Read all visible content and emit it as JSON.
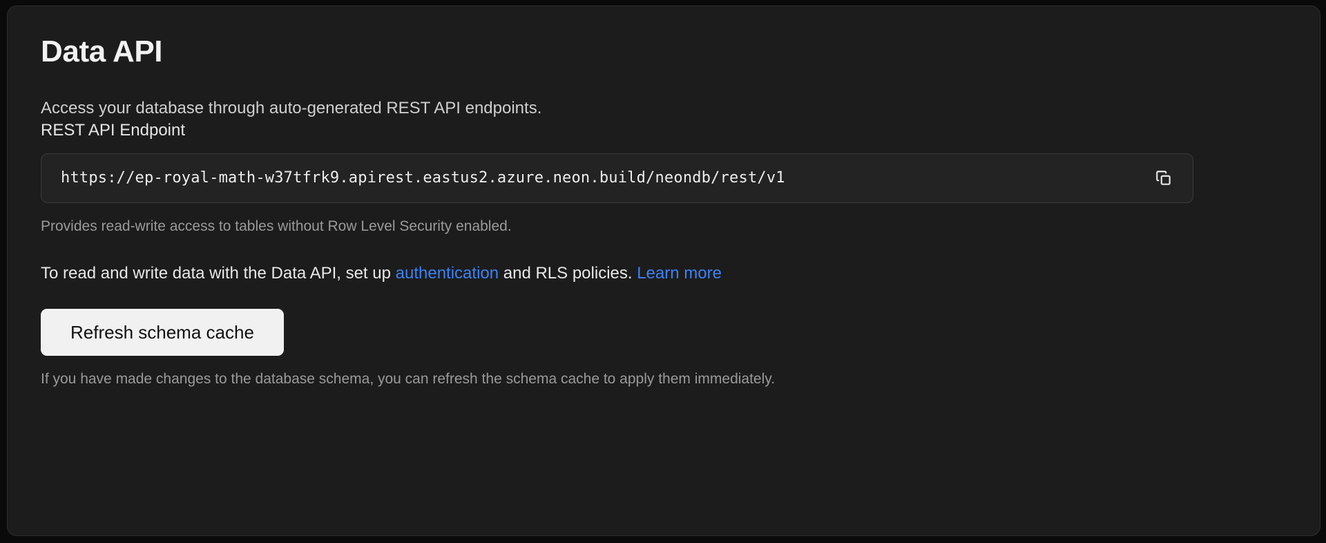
{
  "card": {
    "title": "Data API",
    "description": "Access your database through auto-generated REST API endpoints.",
    "endpoint_field": {
      "label": "REST API Endpoint",
      "value": "https://ep-royal-math-w37tfrk9.apirest.eastus2.azure.neon.build/neondb/rest/v1",
      "placeholder": "https://",
      "copy_icon": "copy-icon",
      "hint": "Provides read-write access to tables without Row Level Security enabled."
    },
    "note": {
      "text_before_link": "To read and write data with the Data API, set up ",
      "link_auth": "authentication",
      "text_between": " and RLS policies. ",
      "link_learn_more": "Learn more"
    },
    "refresh_button": {
      "label": "Refresh schema cache"
    },
    "footnote": "If you have made changes to the database schema, you can refresh the schema cache to apply them immediately."
  },
  "colors": {
    "page_background": "#0a0a0a",
    "card_background": "#1c1c1c",
    "card_border": "#2e2e2e",
    "input_background": "#232323",
    "input_border": "#3a3a3a",
    "link_blue": "#3b82f6",
    "button_background": "#f1f1f1",
    "button_text": "#111111",
    "muted_text": "#9a9a9a",
    "primary_text": "#f2f2f2"
  }
}
